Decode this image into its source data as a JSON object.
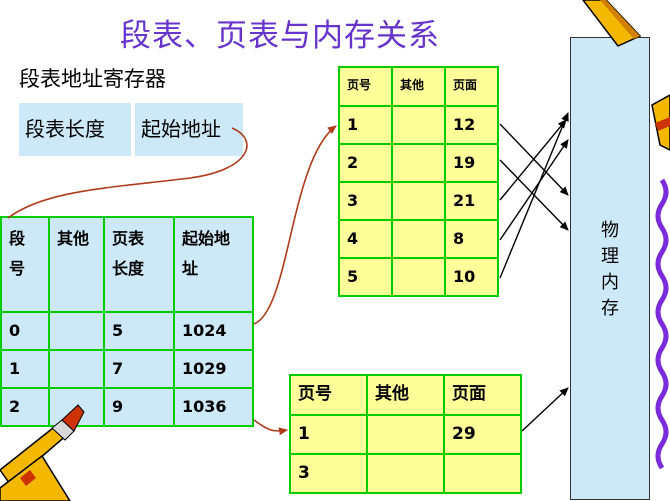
{
  "title": "段表、页表与内存关系",
  "register": {
    "label": "段表地址寄存器",
    "cells": [
      "段表长度",
      "起始地址"
    ]
  },
  "segment_table": {
    "headers": [
      "段号",
      "其他",
      "页表长度",
      "起始地址"
    ],
    "rows": [
      [
        "0",
        "",
        "5",
        "1024"
      ],
      [
        "1",
        "",
        "7",
        "1029"
      ],
      [
        "2",
        "",
        "9",
        "1036"
      ]
    ]
  },
  "page_table_1": {
    "headers": [
      "页号",
      "其他",
      "页面"
    ],
    "rows": [
      [
        "1",
        "",
        "12"
      ],
      [
        "2",
        "",
        "19"
      ],
      [
        "3",
        "",
        "21"
      ],
      [
        "4",
        "",
        "8"
      ],
      [
        "5",
        "",
        "10"
      ]
    ]
  },
  "page_table_2": {
    "headers": [
      "页号",
      "其他",
      "页面"
    ],
    "rows": [
      [
        "1",
        "",
        "29"
      ],
      [
        "3",
        "",
        ""
      ]
    ]
  },
  "memory": {
    "label_chars": [
      "物",
      "理",
      "内",
      "存"
    ]
  },
  "colors": {
    "title": "#6633cc",
    "table_border": "#00cc00",
    "segment_fill": "#cde8f6",
    "page_fill": "#ffff99",
    "arrow_red": "#b03a1a"
  }
}
